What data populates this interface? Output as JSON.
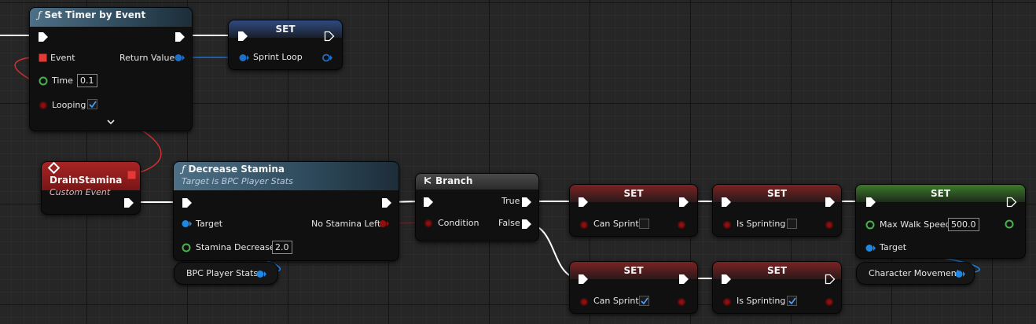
{
  "nodes": {
    "set_timer": {
      "title": "Set Timer by Event",
      "event_label": "Event",
      "return_label": "Return Value",
      "time_label": "Time",
      "time_value": "0.1",
      "looping_label": "Looping",
      "looping_checked": true
    },
    "set_sprint_loop": {
      "title": "SET",
      "var_label": "Sprint Loop"
    },
    "drain_stamina": {
      "title": "DrainStamina",
      "subtitle": "Custom Event"
    },
    "decrease_stamina": {
      "title": "Decrease Stamina",
      "subtitle": "Target is BPC Player Stats",
      "target_label": "Target",
      "no_stamina_label": "No Stamina Left",
      "stamina_decrease_label": "Stamina Decrease",
      "stamina_decrease_value": "2.0"
    },
    "bpc_player_stats": {
      "label": "BPC Player Stats"
    },
    "branch": {
      "title": "Branch",
      "condition_label": "Condition",
      "true_label": "True",
      "false_label": "False"
    },
    "set_can_sprint_top": {
      "title": "SET",
      "var_label": "Can Sprint",
      "checked": false
    },
    "set_is_sprinting_top": {
      "title": "SET",
      "var_label": "Is Sprinting",
      "checked": false
    },
    "set_max_walk_speed": {
      "title": "SET",
      "var_label": "Max Walk Speed",
      "value": "500.0",
      "target_label": "Target"
    },
    "character_movement": {
      "label": "Character Movement"
    },
    "set_can_sprint_bottom": {
      "title": "SET",
      "var_label": "Can Sprint",
      "checked": true
    },
    "set_is_sprinting_bottom": {
      "title": "SET",
      "var_label": "Is Sprinting",
      "checked": true
    }
  },
  "colors": {
    "exec": "#ffffff",
    "object": "#1e88e5",
    "event_delegate": "#e53935",
    "float": "#4caf50",
    "boolean": "#8b1010",
    "function_header": "#4d7087",
    "event_header": "#a82424"
  }
}
